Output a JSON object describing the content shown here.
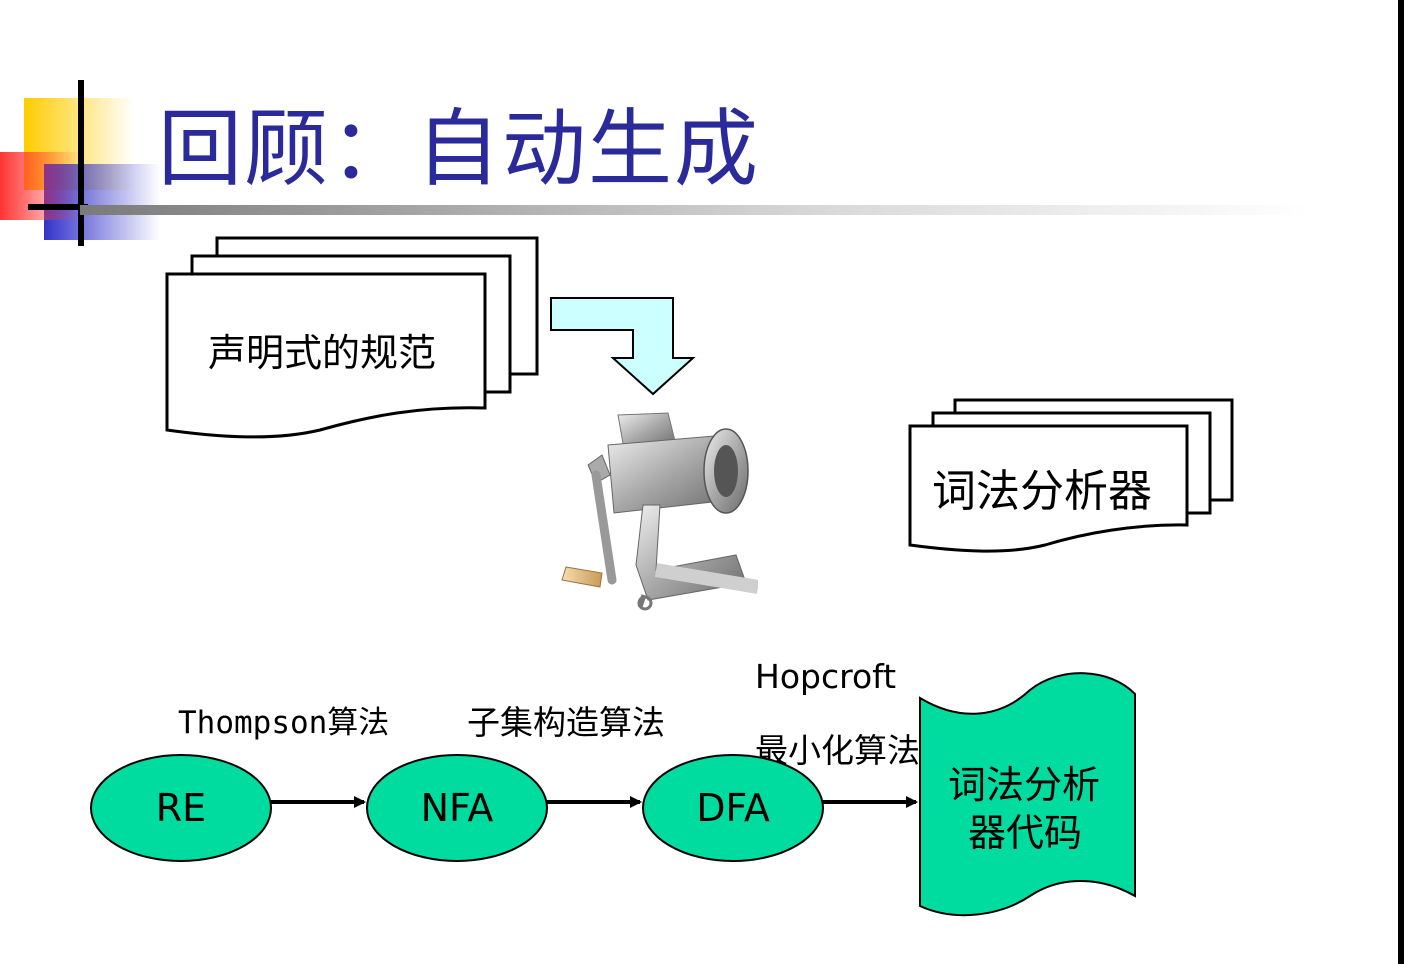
{
  "slide": {
    "title": "回顾：自动生成",
    "spec_doc_label": "声明式的规范",
    "lexer_doc_label": "词法分析器",
    "flow": {
      "node_re": "RE",
      "node_nfa": "NFA",
      "node_dfa": "DFA",
      "label_thompson": "Thompson算法",
      "label_subset": "子集构造算法",
      "label_hopcroft_1": "Hopcroft",
      "label_hopcroft_2": "最小化算法",
      "code_line_1": "词法分析",
      "code_line_2": "器代码"
    },
    "colors": {
      "title": "#2a2a9a",
      "node_fill": "#00dca0",
      "arrow_fill": "#ccffff",
      "accent_yellow": "#ffcc00",
      "accent_red": "#ff3333",
      "accent_blue": "#3333cc"
    }
  }
}
